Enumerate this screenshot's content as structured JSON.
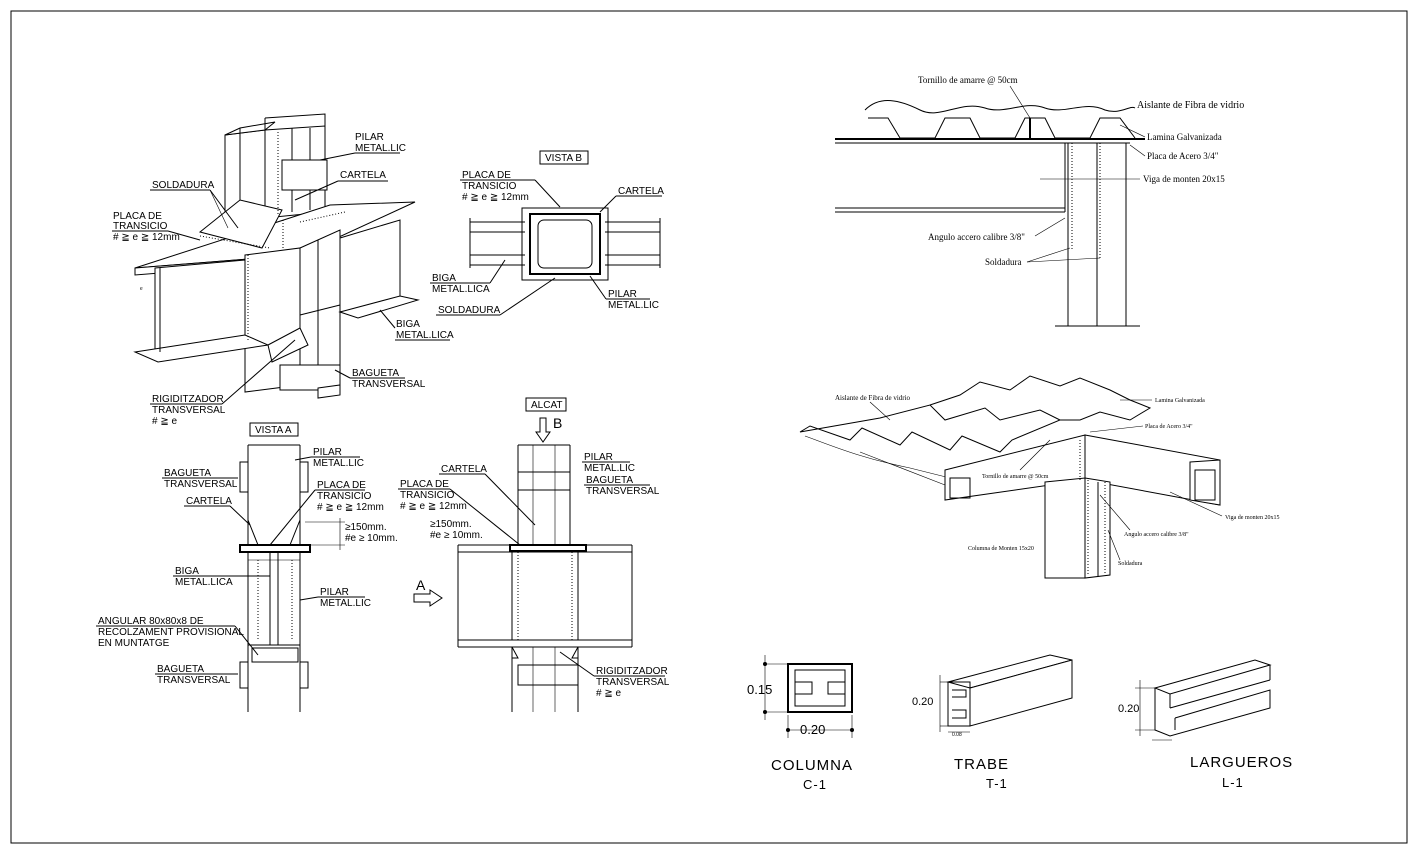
{
  "labels": {
    "pilar_metal_1": "PILAR",
    "pilar_metal_2": "METAL.LIC",
    "cartela": "CARTELA",
    "soldadura": "SOLDADURA",
    "placa_1": "PLACA  DE",
    "placa_2": "TRANSICIO",
    "placa_3": "# ≧ e ≧ 12mm",
    "biga_1": "BIGA",
    "biga_2": "METAL.LICA",
    "bagueta_1": "BAGUETA",
    "bagueta_2": "TRANSVERSAL",
    "rigid_1": "RIGIDITZADOR",
    "rigid_2": "TRANSVERSAL",
    "rigid_3": "# ≧ e",
    "vista_b": "VISTA  B",
    "vista_a": "VISTA  A",
    "alcat": "ALCAT",
    "b_letter": "B",
    "a_letter": "A",
    "dim_150": "≥150mm.",
    "dim_10": "#e ≥ 10mm.",
    "angular_1": "ANGULAR  80x80x8  DE",
    "angular_2": "RECOLZAMENT  PROVISIONAL",
    "angular_3": "EN  MUNTATGE"
  },
  "detail_top": {
    "tornillo": "Tornillo de amarre @ 50cm",
    "aislante": "Aislante de Fibra de vidrio",
    "lamina": "Lamina Galvanizada",
    "placa_acero": "Placa de Acero 3/4\"",
    "viga": "Viga de monten 20x15",
    "angulo": "Angulo accero calibre 3/8\"",
    "soldadura": "Soldadura"
  },
  "detail_iso": {
    "aislante": "Aislante de Fibra de vidrio",
    "lamina": "Lamina Galvanizada",
    "placa": "Placa de Acero 3/4\"",
    "tornillo": "Tornillo de amarre @ 50cm",
    "viga": "Viga de monten 20x15",
    "angulo": "Angulo accero calibre 3/8\"",
    "columna": "Columna de Monten 15x20",
    "soldadura": "Soldadura"
  },
  "sections": {
    "columna_title": "COLUMNA",
    "columna_code": "C-1",
    "columna_h": "0.15",
    "columna_w": "0.20",
    "trabe_title": "TRABE",
    "trabe_code": "T-1",
    "trabe_h": "0.20",
    "trabe_w": "0.08",
    "largueros_title": "LARGUEROS",
    "largueros_code": "L-1",
    "largueros_h": "0.20"
  }
}
